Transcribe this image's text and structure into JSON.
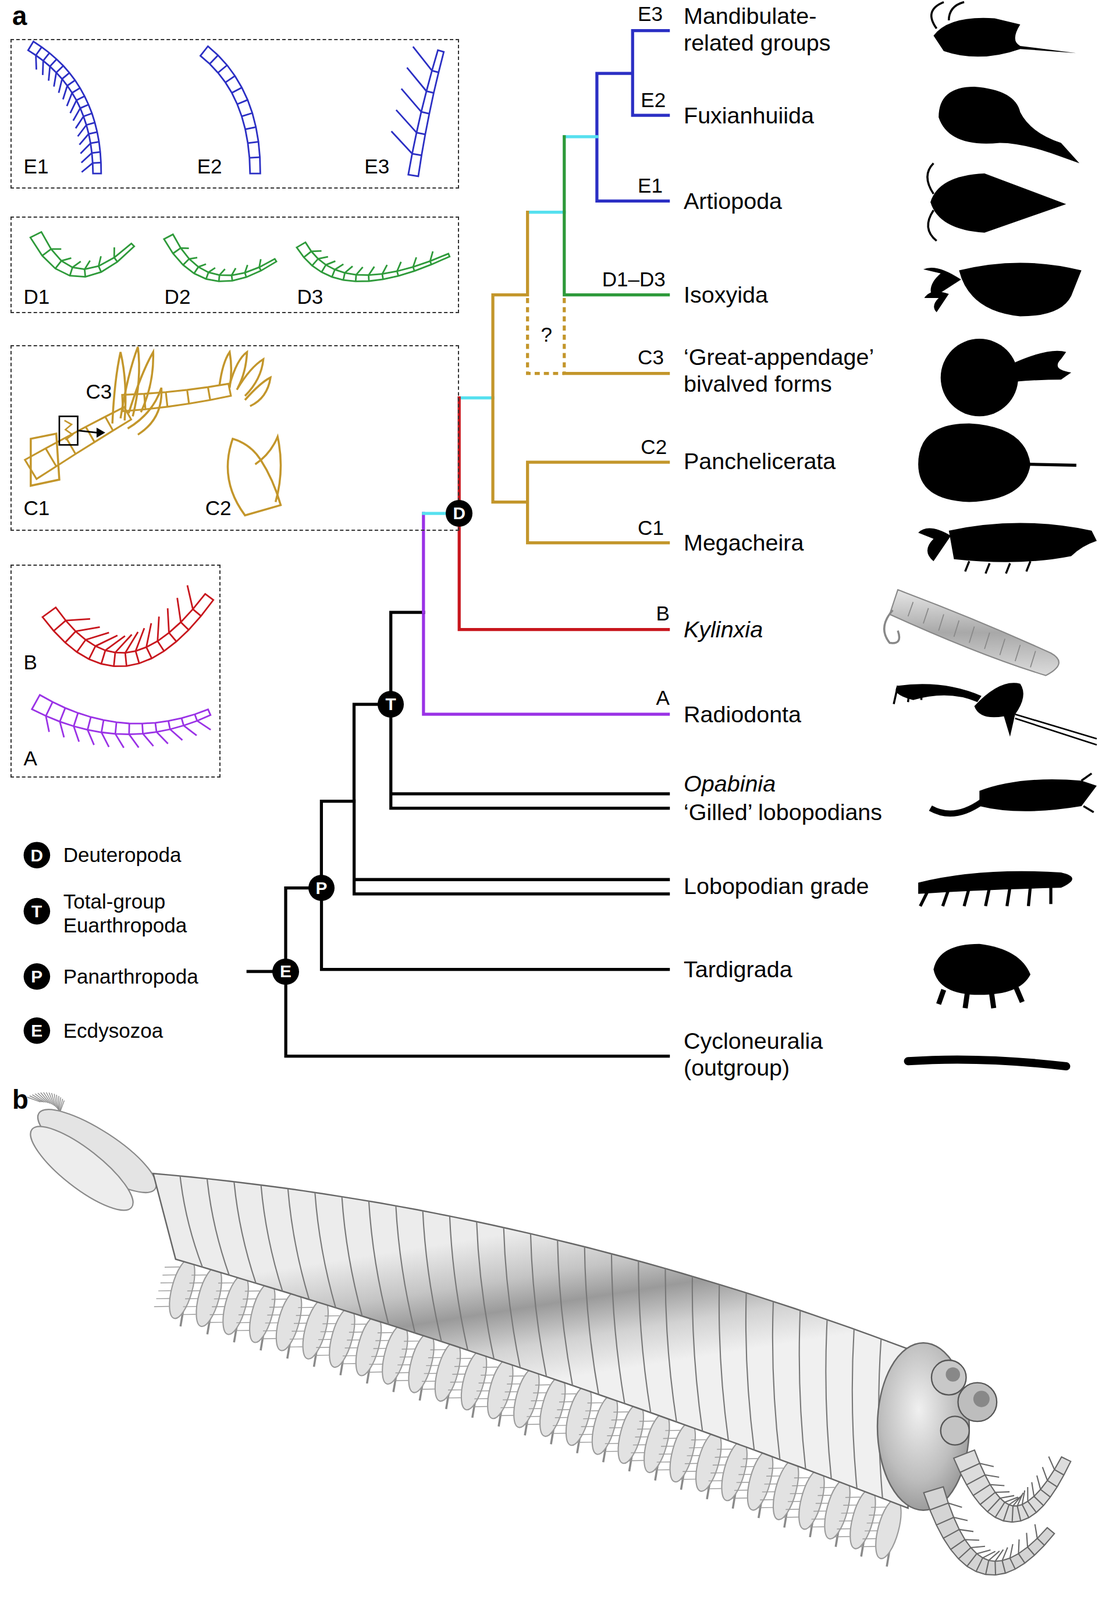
{
  "diagram": {
    "nodes": [
      {
        "text": [
          "E1",
          "E2",
          "E3"
        ]
      },
      {
        "text": [
          "D1",
          "D2",
          "D3"
        ]
      },
      {
        "text": [
          "C3",
          "C1",
          "C2"
        ]
      },
      {
        "text": [
          "B",
          "A"
        ]
      },
      {
        "text": [
          "D"
        ]
      },
      {
        "text": [
          "T"
        ]
      },
      {
        "text": [
          "P"
        ]
      },
      {
        "text": [
          "E"
        ]
      }
    ],
    "edges": [
      {
        "from": 7,
        "to": 6,
        "arrow": "none"
      },
      {
        "from": 6,
        "to": 5,
        "arrow": "none"
      },
      {
        "from": 5,
        "to": 4,
        "arrow": "none"
      }
    ],
    "labels": [
      "a",
      "E3",
      "Mandibulate- related groups",
      "E2",
      "Fuxianhuiida",
      "E1",
      "Artiopoda",
      "D1–D3",
      "Isoxyida",
      "?",
      "C3",
      "‘Great-appendage’ bivalved forms",
      "C2",
      "Panchelicerata",
      "C1",
      "Megacheira",
      "B",
      "Kylinxia",
      "A",
      "Radiodonta",
      "Opabinia",
      "‘Gilled’ lobopodians",
      "Lobopodian grade",
      "Tardigrada",
      "Cycloneuralia (outgroup)",
      "D",
      "T",
      "P",
      "E",
      "b"
    ],
    "legend": [
      {
        "text": "Deuteropoda"
      },
      {
        "text": "Total-group Euarthropoda"
      },
      {
        "text": "Panarthropoda"
      },
      {
        "text": "Ecdysozoa"
      }
    ]
  }
}
